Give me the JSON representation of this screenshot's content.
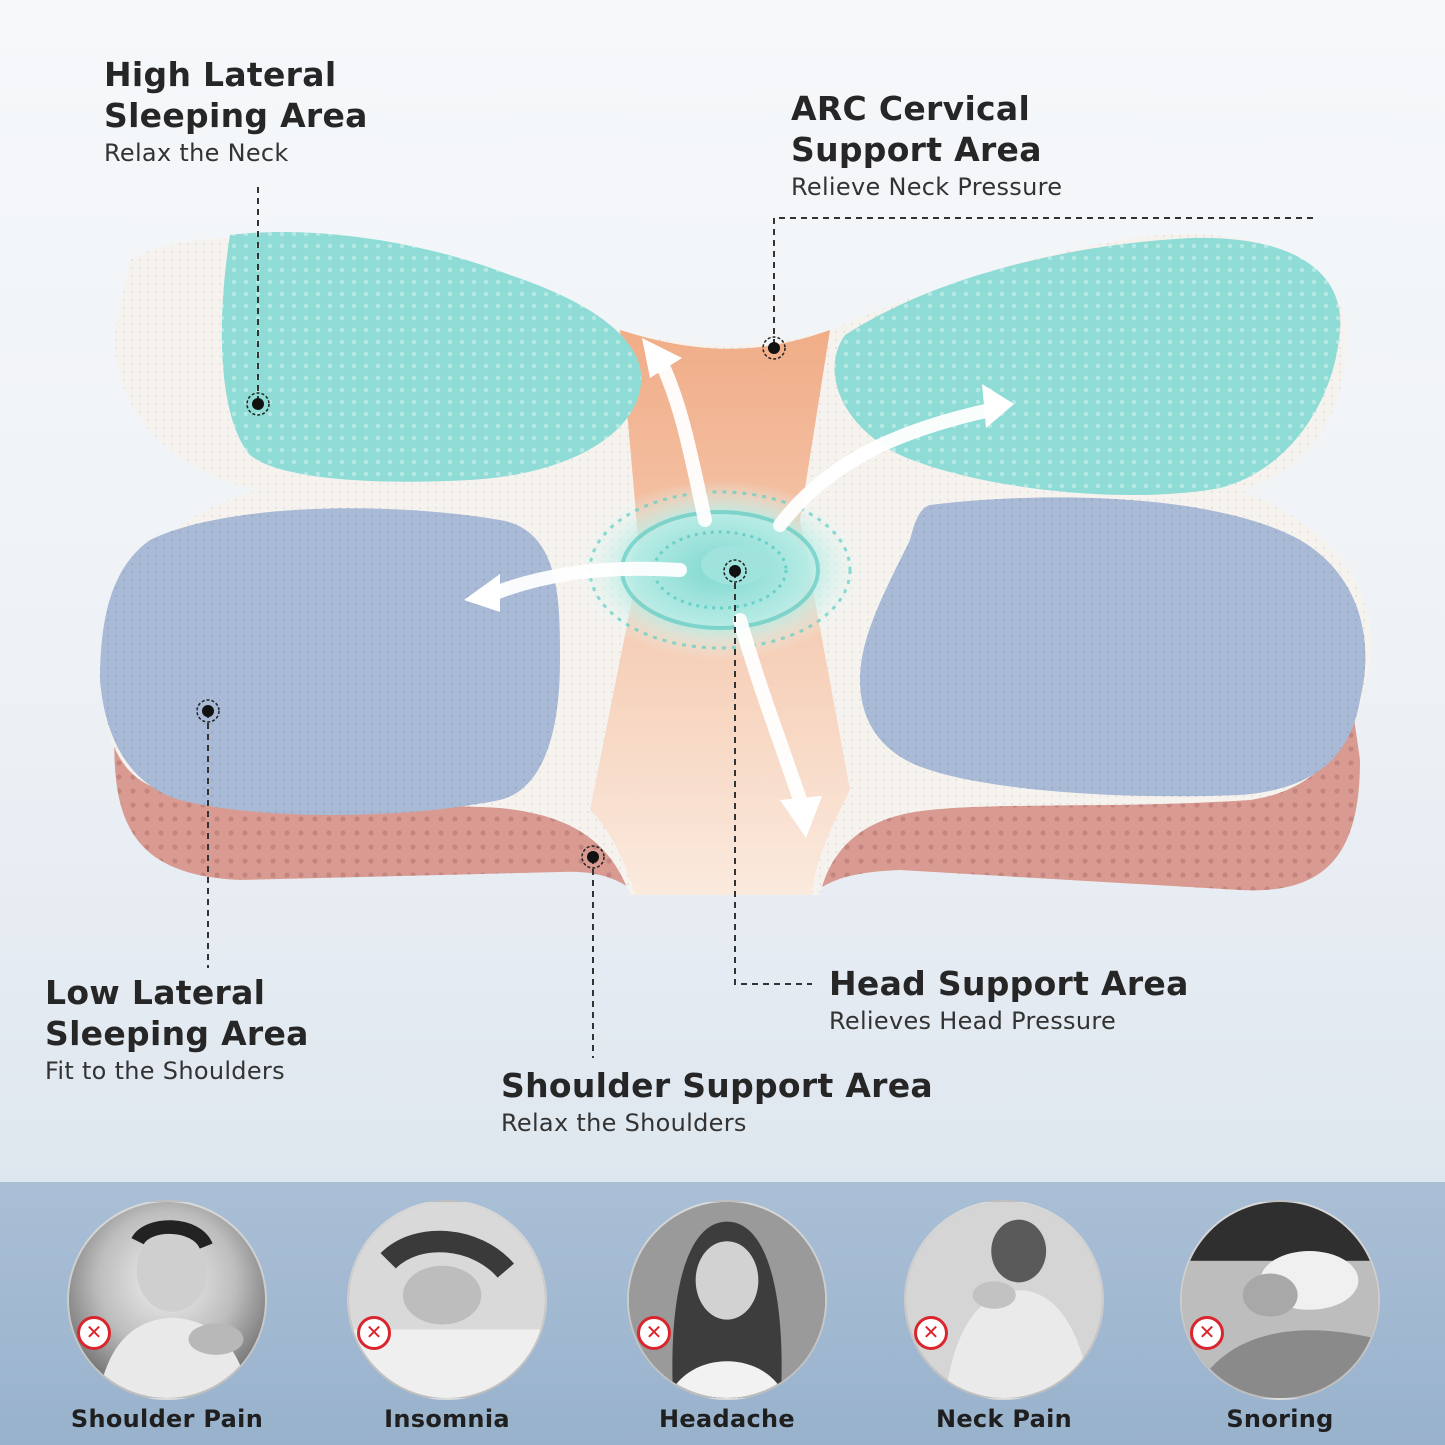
{
  "callouts": {
    "high_lateral": {
      "title_line1": "High Lateral",
      "title_line2": "Sleeping Area",
      "subtitle": "Relax the Neck"
    },
    "arc_cervical": {
      "title_line1": "ARC Cervical",
      "title_line2": "Support Area",
      "subtitle": "Relieve Neck Pressure"
    },
    "low_lateral": {
      "title_line1": "Low Lateral",
      "title_line2": "Sleeping Area",
      "subtitle": "Fit to the Shoulders"
    },
    "head_support": {
      "title": "Head Support Area",
      "subtitle": "Relieves Head Pressure"
    },
    "shoulder_support": {
      "title": "Shoulder Support Area",
      "subtitle": "Relax the Shoulders"
    }
  },
  "ailments": [
    {
      "label": "Shoulder Pain",
      "icon": "x-mark-icon"
    },
    {
      "label": "Insomnia",
      "icon": "x-mark-icon"
    },
    {
      "label": "Headache",
      "icon": "x-mark-icon"
    },
    {
      "label": "Neck Pain",
      "icon": "x-mark-icon"
    },
    {
      "label": "Snoring",
      "icon": "x-mark-icon"
    }
  ],
  "colors": {
    "teal_zone": "#8fdcd6",
    "blue_zone": "#a9bad6",
    "pink_base": "#d99a92",
    "orange_center": "#eeaa82",
    "band": "#a3bad2",
    "x_mark": "#d9262e"
  }
}
